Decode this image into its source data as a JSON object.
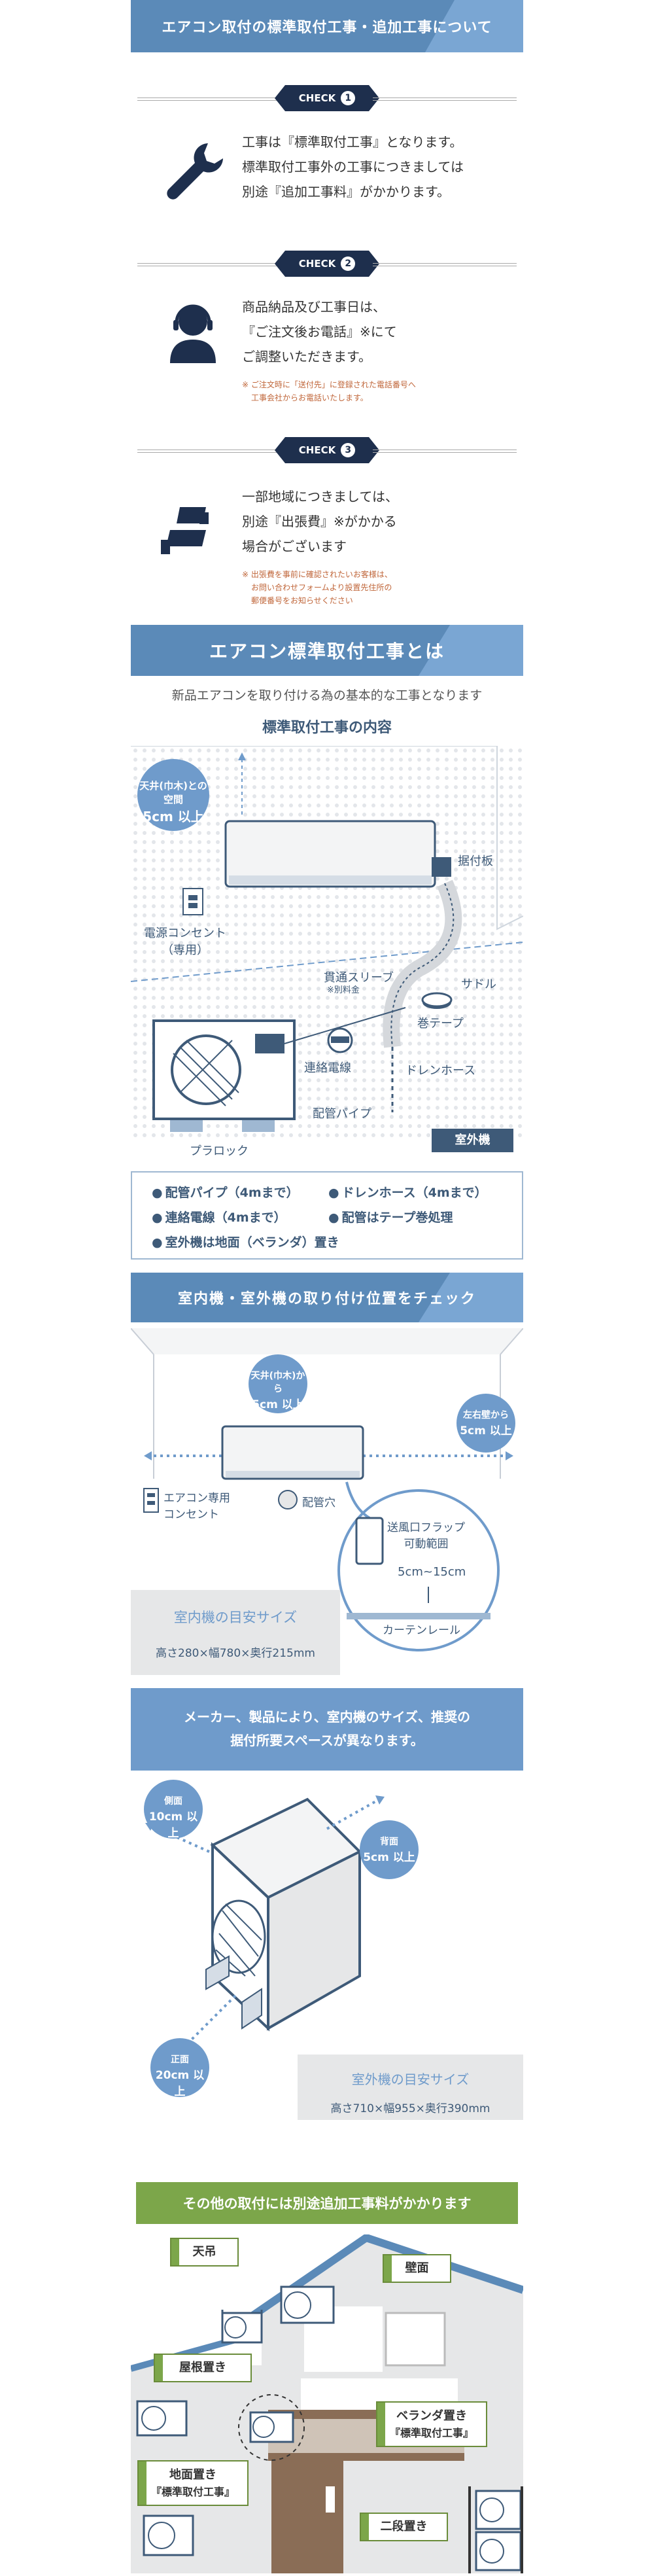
{
  "header": {
    "title": "エアコン取付の標準取付工事・追加工事について"
  },
  "checks": [
    {
      "label": "CHECK",
      "num": "1",
      "lines": [
        "工事は『標準取付工事』となります。",
        "標準取付工事外の工事につきましては",
        "別途『追加工事料』がかかります。"
      ],
      "notes": []
    },
    {
      "label": "CHECK",
      "num": "2",
      "lines": [
        "商品納品及び工事日は、",
        "『ご注文後お電話』※にて",
        "ご調整いただきます。"
      ],
      "notes": [
        "※ ご注文時に「送付先」に登録された電話番号へ",
        "工事会社からお電話いたします。"
      ]
    },
    {
      "label": "CHECK",
      "num": "3",
      "lines": [
        "一部地域につきましては、",
        "別途『出張費』※がかかる",
        "場合がございます"
      ],
      "notes": [
        "※ 出張費を事前に確認されたいお客様は、",
        "お問い合わせフォームより設置先住所の",
        "郵便番号をお知らせください"
      ]
    }
  ],
  "standard": {
    "title": "エアコン標準取付工事とは",
    "desc": "新品エアコンを取り付ける為の基本的な工事となります",
    "subtitle": "標準取付工事の内容",
    "bubble": [
      "天井(巾木)との空間",
      "5cm 以上"
    ],
    "labels": {
      "mount_plate": "据付板",
      "outlet": [
        "電源コンセント",
        "（専用）"
      ],
      "sleeve": "貫通スリーブ",
      "sleeve_note": "※別料金",
      "saddle": "サドル",
      "tape": "巻テープ",
      "wire": "連絡電線",
      "drain": "ドレンホース",
      "pipe": "配管パイプ",
      "block": "プラロック",
      "outdoor": "室外機"
    },
    "list": [
      "配管パイプ（4mまで）",
      "ドレンホース（4mまで）",
      "連絡電線（4mまで）",
      "配管はテープ巻処理",
      "室外機は地面（ベランダ）置き"
    ]
  },
  "position": {
    "title": "室内機・室外機の取り付け位置をチェック",
    "bubble_top": [
      "天井(巾木)から",
      "5cm 以上"
    ],
    "bubble_side": [
      "左右壁から",
      "5cm 以上"
    ],
    "outlet": [
      "エアコン専用",
      "コンセント"
    ],
    "hole": "配管穴",
    "flap": [
      "送風口フラップ",
      "可動範囲"
    ],
    "flap_range": "5cm~15cm",
    "curtain": "カーテンレール",
    "indoor_size_title": "室内機の目安サイズ",
    "indoor_size": "高さ280×幅780×奥行215mm"
  },
  "outdoor": {
    "note": [
      "メーカー、製品により、室内機のサイズ、推奨の",
      "据付所要スペースが異なります。"
    ],
    "side": [
      "側面",
      "10cm 以上"
    ],
    "back": [
      "背面",
      "5cm 以上"
    ],
    "front": [
      "正面",
      "20cm 以上"
    ],
    "size_title": "室外機の目安サイズ",
    "size": "高さ710×幅955×奥行390mm"
  },
  "extra": {
    "title": "その他の取付には別途追加工事料がかかります",
    "tags": {
      "ceiling": "天吊",
      "wall": "壁面",
      "roof": "屋根置き",
      "veranda": [
        "ベランダ置き",
        "『標準取付工事』"
      ],
      "ground": [
        "地面置き",
        "『標準取付工事』"
      ],
      "double": "二段置き"
    }
  },
  "colors": {
    "blue": "#5b8ab8",
    "light_blue": "#6f9bcb",
    "navy": "#1e2f4d",
    "green": "#7ca64a",
    "note_orange": "#c0663a"
  }
}
